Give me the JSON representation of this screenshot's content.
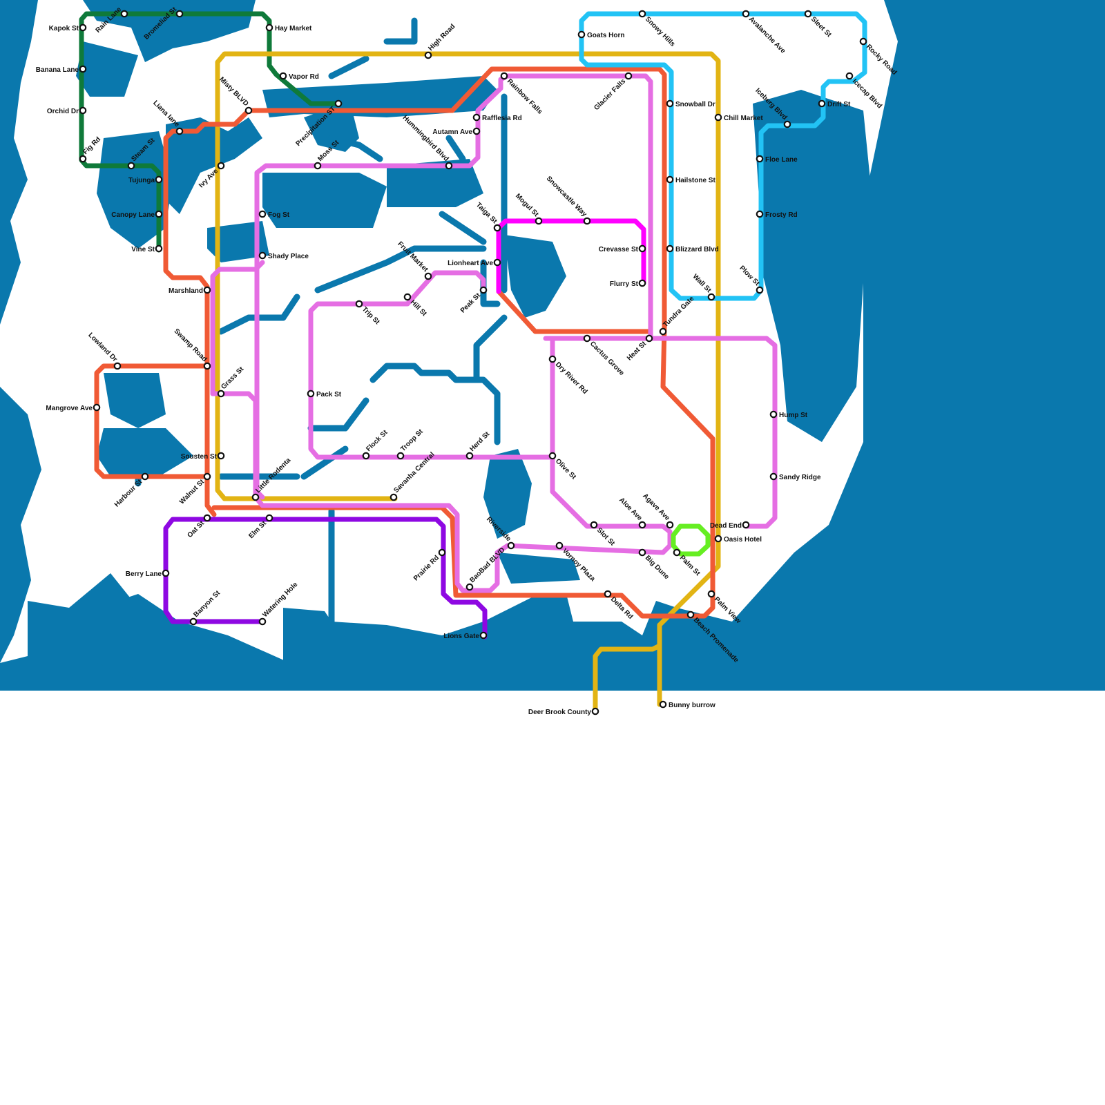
{
  "colors": {
    "water": "#0a78ad",
    "land": "#ffffff",
    "green_line": "#0f7a3a",
    "yellow_line": "#e2b414",
    "red_line": "#f05a35",
    "pink_line": "#e56ee3",
    "magenta_line": "#ff00ff",
    "cyan_line": "#22c3f5",
    "purple_line": "#8e08e2",
    "lime_line": "#66ee22"
  },
  "lines": [
    {
      "id": "green",
      "color_key": "green_line"
    },
    {
      "id": "yellow",
      "color_key": "yellow_line"
    },
    {
      "id": "red",
      "color_key": "red_line"
    },
    {
      "id": "pink",
      "color_key": "pink_line"
    },
    {
      "id": "magenta",
      "color_key": "magenta_line"
    },
    {
      "id": "cyan",
      "color_key": "cyan_line"
    },
    {
      "id": "purple",
      "color_key": "purple_line"
    },
    {
      "id": "lime",
      "color_key": "lime_line"
    }
  ],
  "stations": [
    "Kapok St",
    "Rain Lane",
    "Bromeliad St",
    "Hay Market",
    "Banana Lane",
    "Orchid Dr",
    "Fig Rd",
    "Steam St",
    "Vapor Rd",
    "Misty BLVD",
    "Liana lane",
    "Precipitation ST",
    "Moss St",
    "Ivy Ave",
    "Tujunga",
    "Canopy Lane",
    "Vine St",
    "Fog St",
    "Shady Place",
    "Marshland",
    "Swamp Road",
    "Lowland Dr",
    "Mangrove Ave",
    "Grass St",
    "Sousten St",
    "Harbour St",
    "Walnut St",
    "Oat St",
    "Elm St",
    "Little Rodenta",
    "Berry Lane",
    "Banyon St",
    "Watering Hole",
    "High Road",
    "Hummingbird Blvd",
    "Rafflesia Rd",
    "Autamn Ave",
    "Rainbow Falls",
    "Glacier Falls",
    "Goats Horn",
    "Snowy Hills",
    "Avalanche Ave",
    "Sleet St",
    "Rocky Road",
    "Icecap Blvd",
    "Drift St",
    "Iceberg Blvd",
    "Chill Market",
    "Snowball Dr",
    "Floe Lane",
    "Hailstone St",
    "Frosty Rd",
    "Blizzard Blvd",
    "Plow St",
    "Wall St",
    "Crevasse St",
    "Flurry St",
    "Snowcastle Way",
    "Mogul St",
    "Taiga St",
    "Lionheart Ave",
    "Fruit Market",
    "Hill St",
    "Trip St",
    "Peak St",
    "Tundra Gate",
    "Heat St",
    "Cactus Grove",
    "Dry River Rd",
    "Pack St",
    "Flock St",
    "Troop St",
    "Herd St",
    "Olive St",
    "Savanha Central",
    "Hump St",
    "Sandy Ridge",
    "Dead End",
    "Oasis Hotel",
    "Agave Ave",
    "Aloe Ave",
    "Slot St",
    "Palm St",
    "Big Dune",
    "Riverside",
    "Vornoy Plaza",
    "BaoBad BLVD",
    "Prairie Rd",
    "Lions Gate",
    "Delta Rd",
    "Palm View",
    "Beach Promenade",
    "Deer Brook County",
    "Bunny burrow"
  ]
}
